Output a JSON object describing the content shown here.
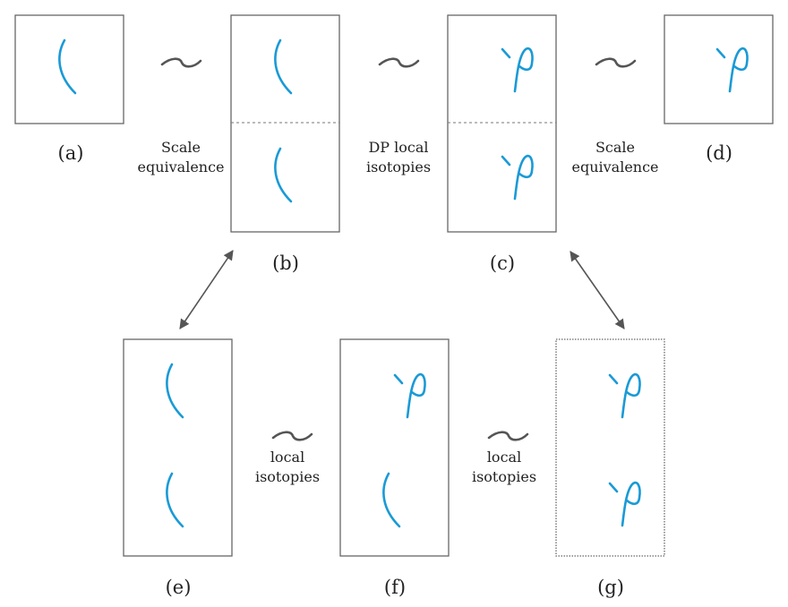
{
  "panel_labels": {
    "a": "(a)",
    "b": "(b)",
    "c": "(c)",
    "d": "(d)",
    "e": "(e)",
    "f": "(f)",
    "g": "(g)"
  },
  "relations": {
    "ab_line1": "Scale",
    "ab_line2": "equivalence",
    "bc_line1": "DP local",
    "bc_line2": "isotopies",
    "cd_line1": "Scale",
    "cd_line2": "equivalence",
    "ef_line1": "local",
    "ef_line2": "isotopies",
    "fg_line1": "local",
    "fg_line2": "isotopies"
  },
  "colors": {
    "strand": "#1a9ad6",
    "frame": "#666666",
    "relation_symbol": "#555555"
  }
}
